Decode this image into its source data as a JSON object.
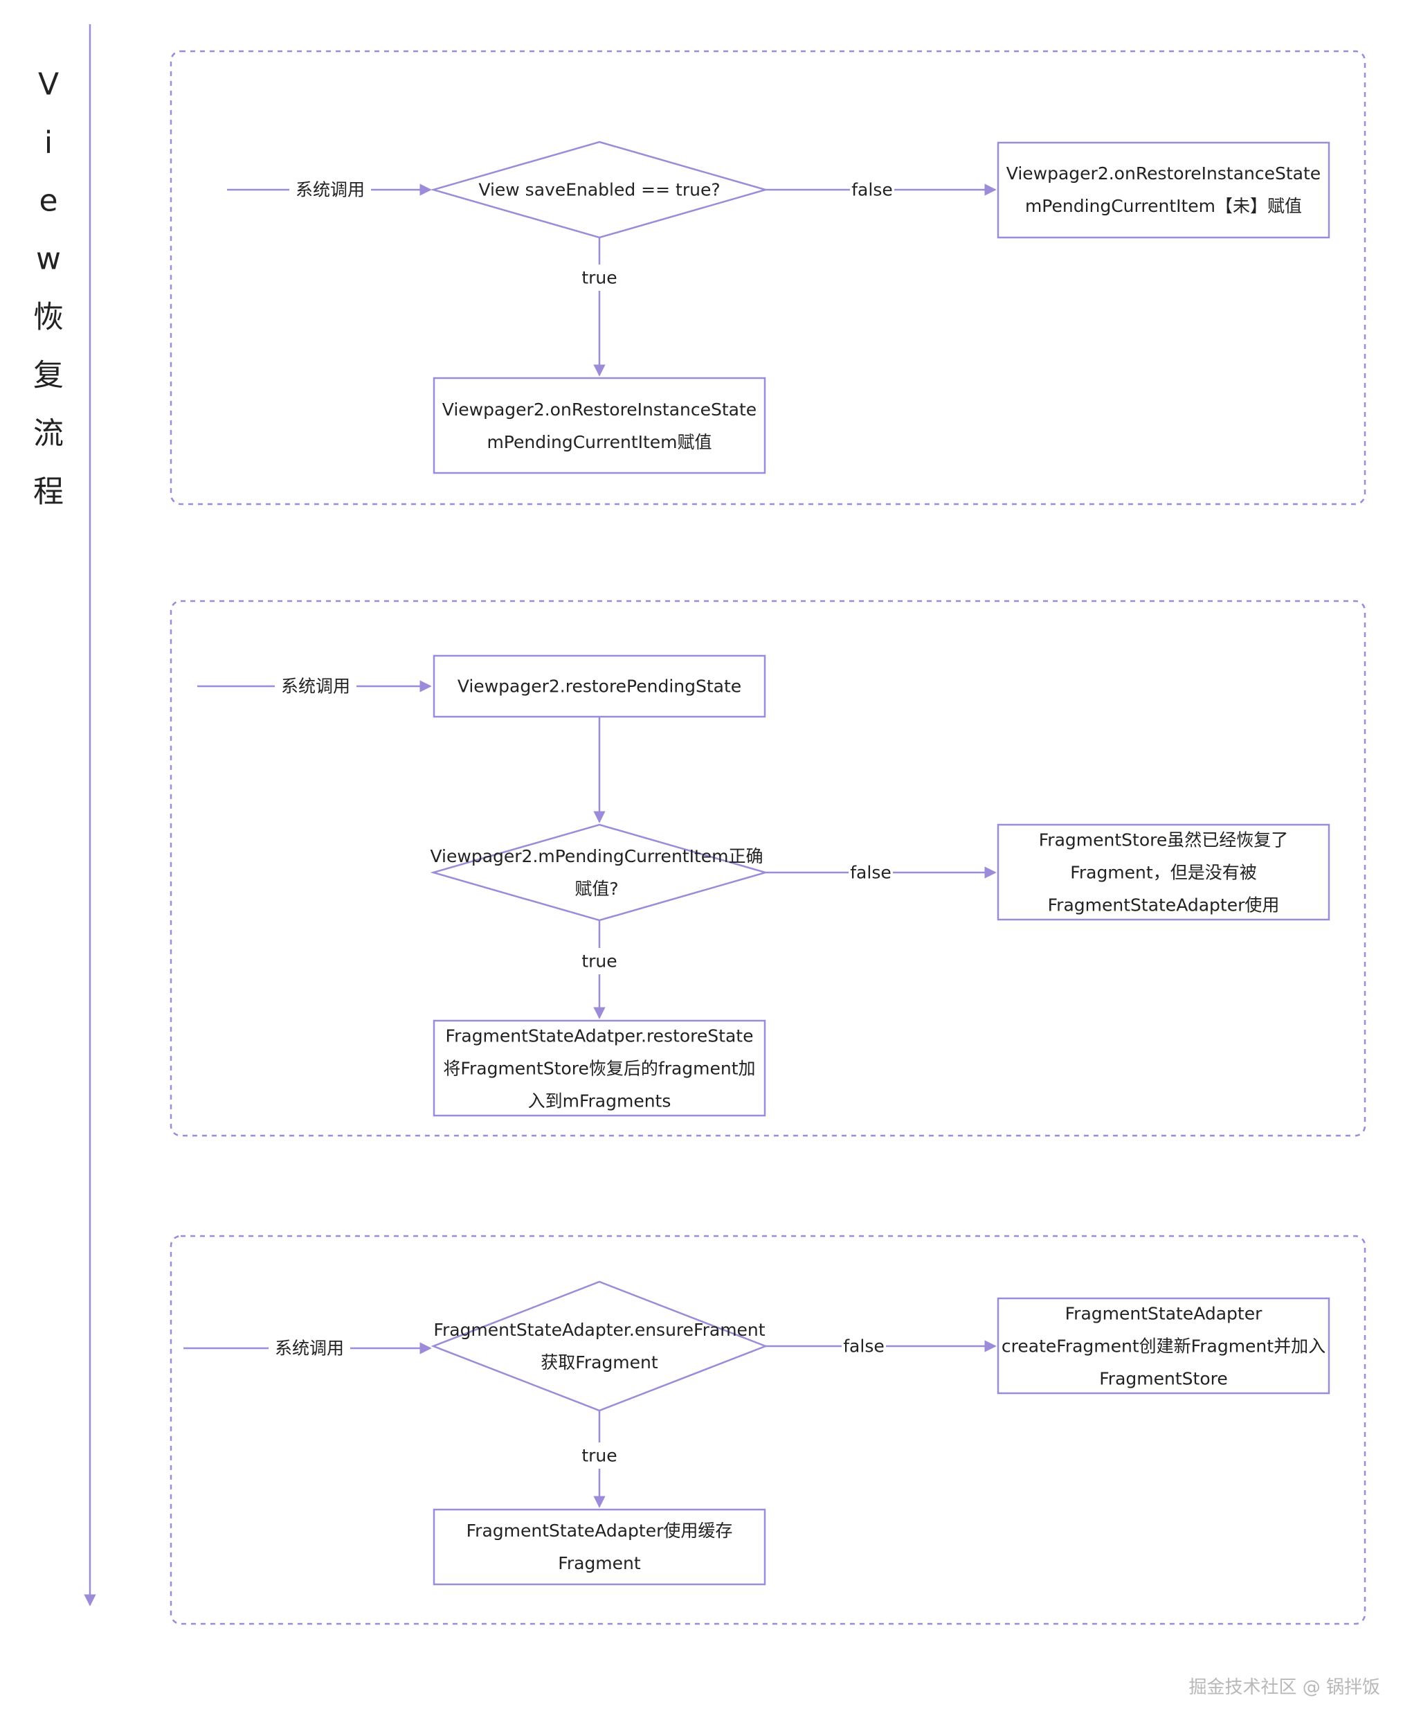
{
  "title": {
    "chars": [
      "V",
      "i",
      "e",
      "w",
      "恢",
      "复",
      "流",
      "程"
    ]
  },
  "colors": {
    "accent": "#9b8bd8",
    "border": "#9b8bd8",
    "text": "#222222",
    "watermark": "#b8b8b8"
  },
  "section1": {
    "entry_label": "系统调用",
    "decision": [
      "View saveEnabled == true?"
    ],
    "false_label": "false",
    "true_label": "true",
    "false_box": [
      "Viewpager2.onRestoreInstanceState",
      "mPendingCurrentItem【未】赋值"
    ],
    "true_box": [
      "Viewpager2.onRestoreInstanceState",
      "mPendingCurrentItem赋值"
    ]
  },
  "section2": {
    "entry_label": "系统调用",
    "start_box": [
      "Viewpager2.restorePendingState"
    ],
    "decision": [
      "Viewpager2.mPendingCurrentItem正确",
      "赋值?"
    ],
    "false_label": "false",
    "true_label": "true",
    "false_box": [
      "FragmentStore虽然已经恢复了",
      "Fragment，但是没有被",
      "FragmentStateAdapter使用"
    ],
    "true_box": [
      "FragmentStateAdatper.restoreState",
      "将FragmentStore恢复后的fragment加",
      "入到mFragments"
    ]
  },
  "section3": {
    "entry_label": "系统调用",
    "decision": [
      "FragmentStateAdapter.ensureFrament",
      "获取Fragment"
    ],
    "false_label": "false",
    "true_label": "true",
    "false_box": [
      "FragmentStateAdapter",
      "createFragment创建新Fragment并加入",
      "FragmentStore"
    ],
    "true_box": [
      "FragmentStateAdapter使用缓存",
      "Fragment"
    ]
  },
  "watermark": "掘金技术社区 @ 锅拌饭"
}
